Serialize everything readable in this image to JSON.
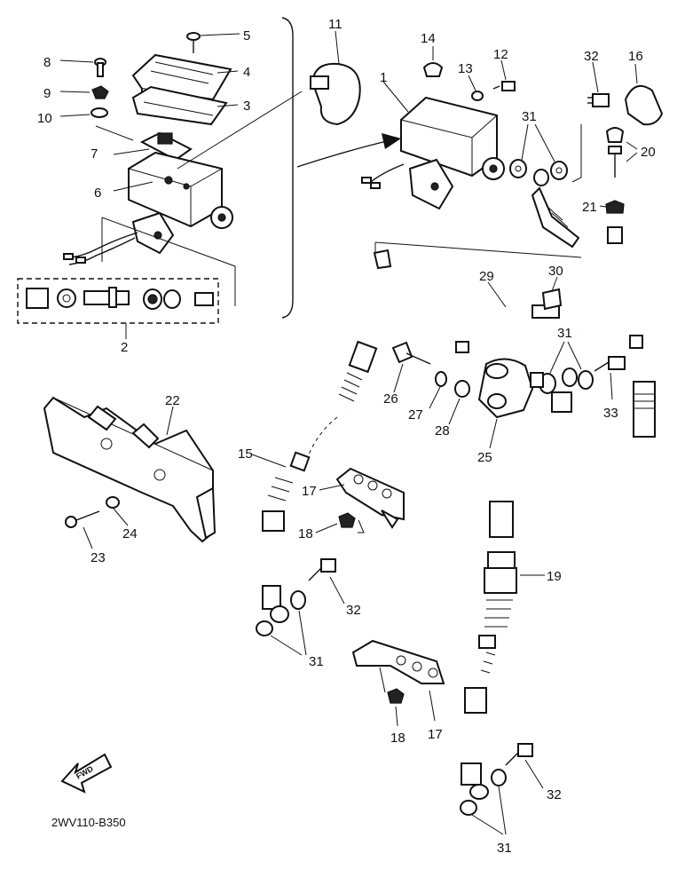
{
  "diagram": {
    "code": "2WV110-B350",
    "fwd_label": "FWD",
    "callouts": {
      "c1": "1",
      "c2": "2",
      "c3": "3",
      "c4": "4",
      "c5": "5",
      "c6": "6",
      "c7": "7",
      "c8": "8",
      "c9": "9",
      "c10": "10",
      "c11": "11",
      "c12": "12",
      "c13": "13",
      "c14": "14",
      "c15": "15",
      "c16": "16",
      "c17a": "17",
      "c17b": "17",
      "c18a": "18",
      "c18b": "18",
      "c19": "19",
      "c20": "20",
      "c21": "21",
      "c22": "22",
      "c23": "23",
      "c24": "24",
      "c25": "25",
      "c26": "26",
      "c27": "27",
      "c28": "28",
      "c29": "29",
      "c30": "30",
      "c31a": "31",
      "c31b": "31",
      "c31c": "31",
      "c31d": "31",
      "c32a": "32",
      "c32b": "32",
      "c32c": "32",
      "c33": "33"
    }
  }
}
